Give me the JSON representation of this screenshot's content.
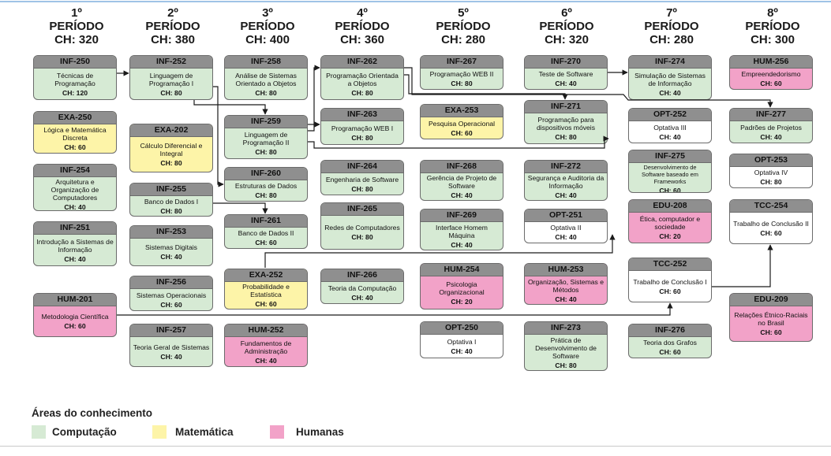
{
  "periods": [
    {
      "ordinal": "1º",
      "label": "PERÍODO",
      "ch": "CH: 320"
    },
    {
      "ordinal": "2º",
      "label": "PERÍODO",
      "ch": "CH: 380"
    },
    {
      "ordinal": "3º",
      "label": "PERÍODO",
      "ch": "CH: 400"
    },
    {
      "ordinal": "4º",
      "label": "PERÍODO",
      "ch": "CH: 360"
    },
    {
      "ordinal": "5º",
      "label": "PERÍODO",
      "ch": "CH: 280"
    },
    {
      "ordinal": "6º",
      "label": "PERÍODO",
      "ch": "CH: 320"
    },
    {
      "ordinal": "7º",
      "label": "PERÍODO",
      "ch": "CH: 280"
    },
    {
      "ordinal": "8º",
      "label": "PERÍODO",
      "ch": "CH: 300"
    }
  ],
  "courses": [
    {
      "code": "INF-250",
      "name": "Técnicas de Programação",
      "hours": "CH: 120",
      "area": "comp"
    },
    {
      "code": "EXA-250",
      "name": "Lógica e Matemática Discreta",
      "hours": "CH: 60",
      "area": "mat"
    },
    {
      "code": "INF-254",
      "name": "Arquitetura e Organização de Computadores",
      "hours": "CH: 40",
      "area": "comp"
    },
    {
      "code": "INF-251",
      "name": "Introdução a Sistemas de Informação",
      "hours": "CH: 40",
      "area": "comp"
    },
    {
      "code": "HUM-201",
      "name": "Metodologia Científica",
      "hours": "CH: 60",
      "area": "hum"
    },
    {
      "code": "INF-252",
      "name": "Linguagem de Programação I",
      "hours": "CH: 80",
      "area": "comp"
    },
    {
      "code": "EXA-202",
      "name": "Cálculo Diferencial e Integral",
      "hours": "CH: 80",
      "area": "mat"
    },
    {
      "code": "INF-255",
      "name": "Banco de Dados I",
      "hours": "CH: 80",
      "area": "comp"
    },
    {
      "code": "INF-253",
      "name": "Sistemas Digitais",
      "hours": "CH: 40",
      "area": "comp"
    },
    {
      "code": "INF-256",
      "name": "Sistemas Operacionais",
      "hours": "CH: 60",
      "area": "comp"
    },
    {
      "code": "INF-257",
      "name": "Teoria Geral de Sistemas",
      "hours": "CH: 40",
      "area": "comp"
    },
    {
      "code": "INF-258",
      "name": "Análise de Sistemas Orientado a Objetos",
      "hours": "CH: 80",
      "area": "comp"
    },
    {
      "code": "INF-259",
      "name": "Linguagem de Programação II",
      "hours": "CH: 80",
      "area": "comp"
    },
    {
      "code": "INF-260",
      "name": "Estruturas de Dados",
      "hours": "CH: 80",
      "area": "comp"
    },
    {
      "code": "INF-261",
      "name": "Banco de Dados II",
      "hours": "CH: 60",
      "area": "comp"
    },
    {
      "code": "EXA-252",
      "name": "Probabilidade e Estatística",
      "hours": "CH: 60",
      "area": "mat"
    },
    {
      "code": "HUM-252",
      "name": "Fundamentos de Administração",
      "hours": "CH: 40",
      "area": "hum"
    },
    {
      "code": "INF-262",
      "name": "Programação Orientada a Objetos",
      "hours": "CH: 80",
      "area": "comp"
    },
    {
      "code": "INF-263",
      "name": "Programação WEB I",
      "hours": "CH: 80",
      "area": "comp"
    },
    {
      "code": "INF-264",
      "name": "Engenharia de Software",
      "hours": "CH: 80",
      "area": "comp"
    },
    {
      "code": "INF-265",
      "name": "Redes de Computadores",
      "hours": "CH: 80",
      "area": "comp"
    },
    {
      "code": "INF-266",
      "name": "Teoria da Computação",
      "hours": "CH: 40",
      "area": "comp"
    },
    {
      "code": "INF-267",
      "name": "Programação WEB II",
      "hours": "CH: 80",
      "area": "comp"
    },
    {
      "code": "EXA-253",
      "name": "Pesquisa Operacional",
      "hours": "CH: 60",
      "area": "mat"
    },
    {
      "code": "INF-268",
      "name": "Gerência de Projeto de Software",
      "hours": "CH: 40",
      "area": "comp"
    },
    {
      "code": "INF-269",
      "name": "Interface Homem Máquina",
      "hours": "CH: 40",
      "area": "comp"
    },
    {
      "code": "HUM-254",
      "name": "Psicologia Organizacional",
      "hours": "CH: 20",
      "area": "hum"
    },
    {
      "code": "OPT-250",
      "name": "Optativa I",
      "hours": "CH: 40",
      "area": "none"
    },
    {
      "code": "INF-270",
      "name": "Teste de Software",
      "hours": "CH: 40",
      "area": "comp"
    },
    {
      "code": "INF-271",
      "name": "Programação para dispositivos móveis",
      "hours": "CH: 80",
      "area": "comp"
    },
    {
      "code": "INF-272",
      "name": "Segurança e Auditoria da Informação",
      "hours": "CH: 40",
      "area": "comp"
    },
    {
      "code": "OPT-251",
      "name": "Optativa II",
      "hours": "CH: 40",
      "area": "none"
    },
    {
      "code": "HUM-253",
      "name": "Organização, Sistemas e Métodos",
      "hours": "CH: 40",
      "area": "hum"
    },
    {
      "code": "INF-273",
      "name": "Prática de Desenvolvimento de Software",
      "hours": "CH: 80",
      "area": "comp"
    },
    {
      "code": "INF-274",
      "name": "Simulação de Sistemas de Informação",
      "hours": "CH: 40",
      "area": "comp"
    },
    {
      "code": "OPT-252",
      "name": "Optativa III",
      "hours": "CH: 40",
      "area": "none"
    },
    {
      "code": "INF-275",
      "name": "Desenvolvimento de Software baseado em Frameworks",
      "hours": "CH: 60",
      "area": "comp"
    },
    {
      "code": "EDU-208",
      "name": "Ética, computador e sociedade",
      "hours": "CH: 20",
      "area": "hum"
    },
    {
      "code": "TCC-252",
      "name": "Trabalho de Conclusão I",
      "hours": "CH: 60",
      "area": "none"
    },
    {
      "code": "INF-276",
      "name": "Teoria dos Grafos",
      "hours": "CH: 60",
      "area": "comp"
    },
    {
      "code": "HUM-256",
      "name": "Empreendedorismo",
      "hours": "CH: 60",
      "area": "hum"
    },
    {
      "code": "INF-277",
      "name": "Padrões de Projetos",
      "hours": "CH: 40",
      "area": "comp"
    },
    {
      "code": "OPT-253",
      "name": "Optativa IV",
      "hours": "CH: 80",
      "area": "none"
    },
    {
      "code": "TCC-254",
      "name": "Trabalho de Conclusão II",
      "hours": "CH: 60",
      "area": "none"
    },
    {
      "code": "EDU-209",
      "name": "Relações Étnico-Raciais no Brasil",
      "hours": "CH: 60",
      "area": "hum"
    }
  ],
  "legend": {
    "title": "Áreas do conhecimento",
    "items": [
      {
        "label": "Computação",
        "color": "#d6ead4"
      },
      {
        "label": "Matemática",
        "color": "#fdf4a8"
      },
      {
        "label": "Humanas",
        "color": "#f2a2c8"
      }
    ]
  },
  "colors": {
    "computacao": "#d6ead4",
    "matematica": "#fdf4a8",
    "humanas": "#f2a2c8",
    "header": "#8f8f8f",
    "arrow": "#1a1a1a"
  }
}
